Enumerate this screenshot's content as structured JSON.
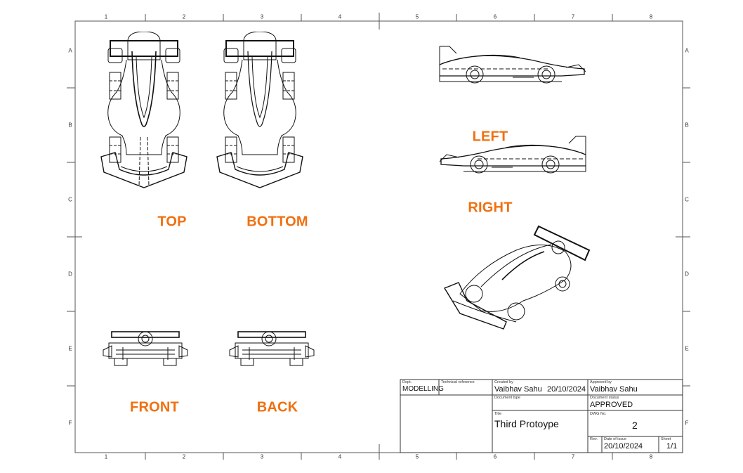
{
  "sheet": {
    "column_labels": [
      "1",
      "2",
      "3",
      "4",
      "5",
      "6",
      "7",
      "8"
    ],
    "row_labels": [
      "A",
      "B",
      "C",
      "D",
      "E",
      "F"
    ]
  },
  "views": {
    "top": "TOP",
    "bottom": "BOTTOM",
    "left": "LEFT",
    "right": "RIGHT",
    "front": "FRONT",
    "back": "BACK"
  },
  "accent_color": "#f07010",
  "title_block": {
    "dept_caption": "Dept.",
    "dept_value": "MODELLING",
    "tech_ref_caption": "Technical reference",
    "tech_ref_value": "",
    "created_by_caption": "Created by",
    "created_by_value": "Vaibhav Sahu",
    "created_date": "20/10/2024",
    "approved_by_caption": "Approved by",
    "approved_by_value": "Vaibhav Sahu",
    "doc_type_caption": "Document type",
    "doc_type_value": "",
    "doc_status_caption": "Document status",
    "doc_status_value": "APPROVED",
    "title_caption": "Title",
    "title_value": "Third Protoype",
    "dwg_no_caption": "DWG No.",
    "dwg_no_value": "2",
    "rev_caption": "Rev.",
    "rev_value": "",
    "date_of_issue_caption": "Date of issue",
    "date_of_issue_value": "20/10/2024",
    "sheet_caption": "Sheet",
    "sheet_value": "1/1"
  }
}
